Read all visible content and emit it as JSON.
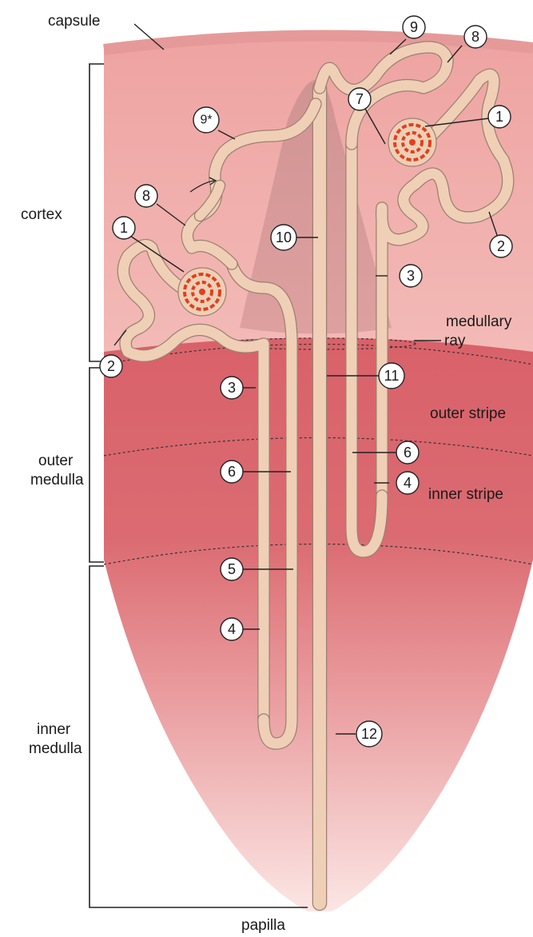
{
  "regions": {
    "capsule": "capsule",
    "cortex": "cortex",
    "outer_medulla_line1": "outer",
    "outer_medulla_line2": "medulla",
    "inner_medulla_line1": "inner",
    "inner_medulla_line2": "medulla",
    "medullary_ray_line1": "medullary",
    "medullary_ray_line2": "ray",
    "outer_stripe": "outer stripe",
    "inner_stripe": "inner stripe",
    "papilla": "papilla"
  },
  "markers": {
    "m1_left": "1",
    "m1_right": "1",
    "m2_left": "2",
    "m2_right": "2",
    "m3_upper": "3",
    "m3_lower": "3",
    "m4_right": "4",
    "m4_left": "4",
    "m5": "5",
    "m6_right": "6",
    "m6_left": "6",
    "m7": "7",
    "m8_left": "8",
    "m8_right": "8",
    "m9": "9",
    "m9_star": "9*",
    "m10": "10",
    "m11": "11",
    "m12": "12"
  },
  "colors": {
    "cortex": "#f1b7b4",
    "medulla": "#d9656c",
    "tubule": "#efcfb6",
    "tubule_outline": "#9c8170",
    "glomerulus": "#e0401e"
  }
}
